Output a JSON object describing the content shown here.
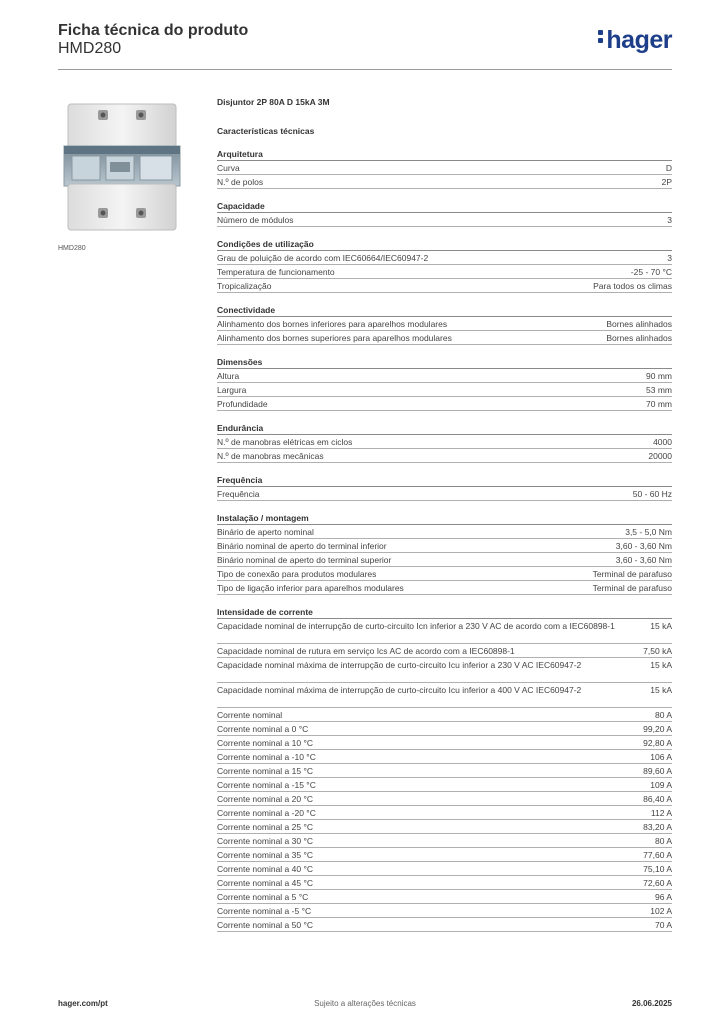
{
  "header": {
    "title": "Ficha técnica do produto",
    "subtitle": "HMD280",
    "logo_text": "hager"
  },
  "image": {
    "caption": "HMD280"
  },
  "product": {
    "title": "Disjuntor 2P 80A D 15kA 3M",
    "features_heading": "Características técnicas"
  },
  "sections": [
    {
      "title": "Arquitetura",
      "rows": [
        {
          "label": "Curva",
          "value": "D"
        },
        {
          "label": "N.º de polos",
          "value": "2P"
        }
      ]
    },
    {
      "title": "Capacidade",
      "rows": [
        {
          "label": "Número de módulos",
          "value": "3"
        }
      ]
    },
    {
      "title": "Condições de utilização",
      "rows": [
        {
          "label": "Grau de poluição de acordo com IEC60664/IEC60947-2",
          "value": "3"
        },
        {
          "label": "Temperatura de funcionamento",
          "value": "-25 - 70 °C"
        },
        {
          "label": "Tropicalização",
          "value": "Para todos os climas"
        }
      ]
    },
    {
      "title": "Conectividade",
      "rows": [
        {
          "label": "Alinhamento dos bornes inferiores para aparelhos modulares",
          "value": "Bornes alinhados"
        },
        {
          "label": "Alinhamento dos bornes superiores para aparelhos modulares",
          "value": "Bornes alinhados"
        }
      ]
    },
    {
      "title": "Dimensões",
      "rows": [
        {
          "label": "Altura",
          "value": "90 mm"
        },
        {
          "label": "Largura",
          "value": "53 mm"
        },
        {
          "label": "Profundidade",
          "value": "70 mm"
        }
      ]
    },
    {
      "title": "Endurância",
      "rows": [
        {
          "label": "N.º de manobras elétricas em ciclos",
          "value": "4000"
        },
        {
          "label": "N.º de manobras mecânicas",
          "value": "20000"
        }
      ]
    },
    {
      "title": "Frequência",
      "rows": [
        {
          "label": "Frequência",
          "value": "50 - 60 Hz"
        }
      ]
    },
    {
      "title": "Instalação / montagem",
      "rows": [
        {
          "label": "Binário de aperto nominal",
          "value": "3,5 - 5,0 Nm"
        },
        {
          "label": "Binário nominal de aperto do terminal inferior",
          "value": "3,60 - 3,60 Nm"
        },
        {
          "label": "Binário nominal de aperto do terminal superior",
          "value": "3,60 - 3,60 Nm"
        },
        {
          "label": "Tipo de conexão para produtos modulares",
          "value": "Terminal de parafuso"
        },
        {
          "label": "Tipo de ligação inferior para aparelhos modulares",
          "value": "Terminal de parafuso"
        }
      ]
    },
    {
      "title": "Intensidade de corrente",
      "rows": [
        {
          "label": "Capacidade nominal de interrupção de curto-circuito Icn inferior a 230 V AC de acordo com a IEC60898-1",
          "value": "15 kA",
          "tall": true
        },
        {
          "label": "Capacidade nominal de rutura em serviço Ics AC de acordo com a IEC60898-1",
          "value": "7,50 kA"
        },
        {
          "label": "Capacidade nominal máxima de interrupção de curto-circuito Icu inferior a 230 V AC IEC60947-2",
          "value": "15 kA",
          "tall": true
        },
        {
          "label": "Capacidade nominal máxima de interrupção de curto-circuito Icu inferior a 400 V AC IEC60947-2",
          "value": "15 kA",
          "tall": true
        },
        {
          "label": "Corrente nominal",
          "value": "80 A"
        },
        {
          "label": "Corrente nominal a 0 °C",
          "value": "99,20 A"
        },
        {
          "label": "Corrente nominal a 10 °C",
          "value": "92,80 A"
        },
        {
          "label": "Corrente nominal a -10 °C",
          "value": "106 A"
        },
        {
          "label": "Corrente nominal a 15 °C",
          "value": "89,60 A"
        },
        {
          "label": "Corrente nominal a -15 °C",
          "value": "109 A"
        },
        {
          "label": "Corrente nominal a 20 °C",
          "value": "86,40 A"
        },
        {
          "label": "Corrente nominal a -20 °C",
          "value": "112 A"
        },
        {
          "label": "Corrente nominal a 25 °C",
          "value": "83,20 A"
        },
        {
          "label": "Corrente nominal a 30 °C",
          "value": "80 A"
        },
        {
          "label": "Corrente nominal a 35 °C",
          "value": "77,60 A"
        },
        {
          "label": "Corrente nominal a 40 °C",
          "value": "75,10 A"
        },
        {
          "label": "Corrente nominal a 45 °C",
          "value": "72,60 A"
        },
        {
          "label": "Corrente nominal a 5 °C",
          "value": "96 A"
        },
        {
          "label": "Corrente nominal a -5 °C",
          "value": "102 A"
        },
        {
          "label": "Corrente nominal a 50 °C",
          "value": "70 A"
        }
      ]
    }
  ],
  "footer": {
    "website": "hager.com/pt",
    "notice": "Sujeito a alterações técnicas",
    "date": "26.06.2025"
  }
}
